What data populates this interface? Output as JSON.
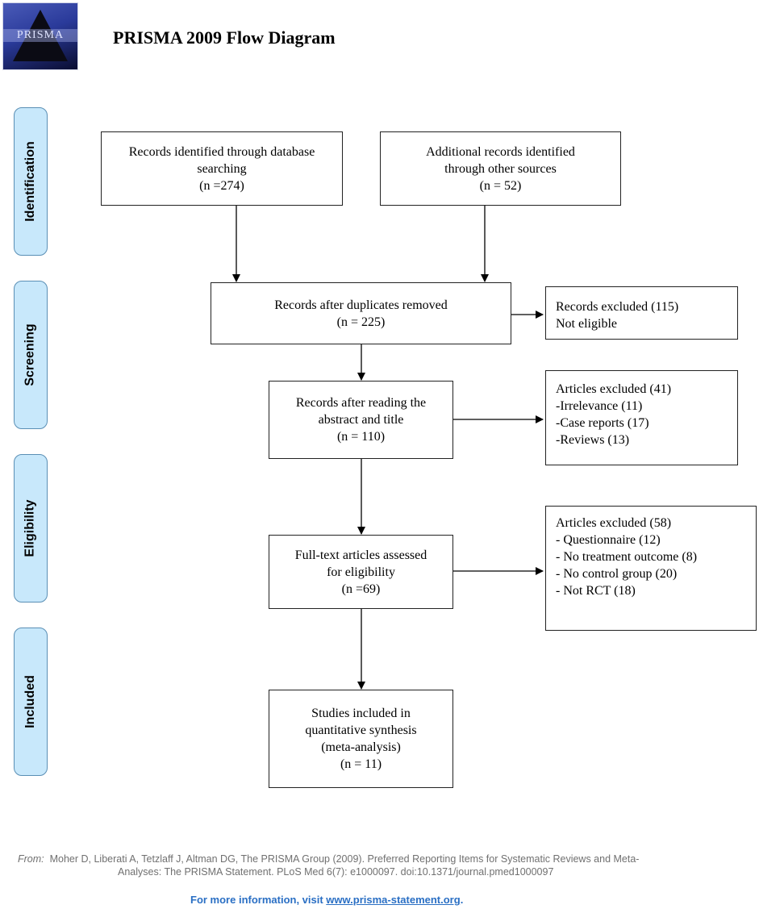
{
  "header": {
    "logo_text": "PRISMA",
    "title": "PRISMA 2009 Flow Diagram"
  },
  "stages": {
    "identification": "Identification",
    "screening": "Screening",
    "eligibility": "Eligibility",
    "included": "Included"
  },
  "boxes": {
    "database": [
      "Records identified through database",
      "searching",
      "(n =274)"
    ],
    "other_sources": [
      "Additional records identified",
      "through other sources",
      "(n = 52)"
    ],
    "after_duplicates": [
      "Records after duplicates removed",
      "(n = 225)"
    ],
    "excluded_1": [
      "Records excluded (115)",
      "Not eligible"
    ],
    "after_abstract": [
      "Records after reading the",
      "abstract and title",
      "(n = 110)"
    ],
    "excluded_2": [
      "Articles excluded (41)",
      "-Irrelevance (11)",
      "-Case reports (17)",
      "-Reviews (13)"
    ],
    "fulltext": [
      "Full-text articles assessed",
      "for eligibility",
      "(n =69)"
    ],
    "excluded_3": [
      "Articles excluded (58)",
      "- Questionnaire (12)",
      "- No treatment outcome (8)",
      "- No control group (20)",
      "- Not RCT (18)"
    ],
    "included": [
      "Studies included in",
      "quantitative synthesis",
      "(meta-analysis)",
      "(n = 11)"
    ]
  },
  "footer": {
    "from_label": "From:",
    "citation_line1": "Moher D, Liberati A, Tetzlaff J, Altman DG, The PRISMA Group (2009). Preferred Reporting Items for Systematic Reviews and Meta-",
    "citation_line2": "Analyses: The PRISMA Statement. PLoS Med 6(7): e1000097. doi:10.1371/journal.pmed1000097",
    "more_info": "For more information, visit ",
    "link": "www.prisma-statement.org",
    "period": "."
  }
}
